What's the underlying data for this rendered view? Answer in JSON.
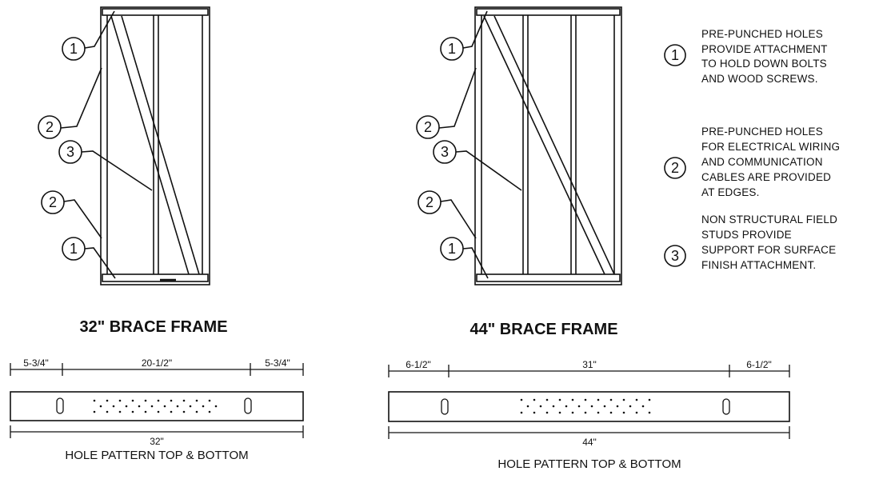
{
  "frames": [
    {
      "title": "32\" BRACE FRAME",
      "callouts": [
        "1",
        "2",
        "3",
        "2",
        "1"
      ]
    },
    {
      "title": "44\" BRACE FRAME",
      "callouts": [
        "1",
        "2",
        "3",
        "2",
        "1"
      ]
    }
  ],
  "hole_patterns": [
    {
      "left_dim": "5-3/4\"",
      "mid_dim": "20-1/2\"",
      "right_dim": "5-3/4\"",
      "overall_dim": "32\"",
      "caption": "HOLE PATTERN TOP & BOTTOM"
    },
    {
      "left_dim": "6-1/2\"",
      "mid_dim": "31\"",
      "right_dim": "6-1/2\"",
      "overall_dim": "44\"",
      "caption": "HOLE PATTERN TOP & BOTTOM"
    }
  ],
  "legend": [
    {
      "number": "1",
      "lines": [
        "PRE-PUNCHED HOLES",
        "PROVIDE ATTACHMENT",
        "TO HOLD DOWN BOLTS",
        "AND WOOD SCREWS."
      ]
    },
    {
      "number": "2",
      "lines": [
        "PRE-PUNCHED HOLES",
        "FOR ELECTRICAL WIRING",
        "AND COMMUNICATION",
        "CABLES ARE PROVIDED",
        "AT EDGES."
      ]
    },
    {
      "number": "3",
      "lines": [
        "NON STRUCTURAL FIELD",
        "STUDS PROVIDE",
        "SUPPORT FOR SURFACE",
        "FINISH ATTACHMENT."
      ]
    }
  ]
}
